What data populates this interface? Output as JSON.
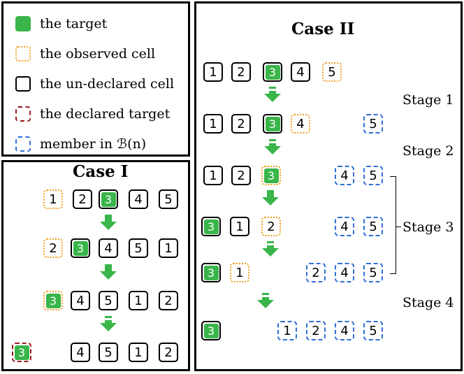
{
  "legend": {
    "target": "the target",
    "observed": "the observed cell",
    "undeclared": "the un-declared cell",
    "declared": "the declared target",
    "member": "member in ℬ(n)"
  },
  "case1": {
    "title": "Case I",
    "rows": [
      [
        "1",
        "2",
        "3",
        "4",
        "5"
      ],
      [
        "2",
        "3",
        "4",
        "5",
        "1"
      ],
      [
        "3",
        "4",
        "5",
        "1",
        "2"
      ],
      [
        "3",
        "4",
        "5",
        "1",
        "2"
      ]
    ]
  },
  "case2": {
    "title": "Case II",
    "rows": [
      [
        "1",
        "2",
        "3",
        "4",
        "5"
      ],
      [
        "1",
        "2",
        "3",
        "4",
        "5"
      ],
      [
        "1",
        "2",
        "3",
        "4",
        "5"
      ],
      [
        "3",
        "1",
        "2",
        "4",
        "5"
      ],
      [
        "3",
        "1",
        "2",
        "4",
        "5"
      ],
      [
        "3",
        "1",
        "2",
        "4",
        "5"
      ]
    ],
    "stages": [
      "Stage 1",
      "Stage 2",
      "Stage 3",
      "Stage 4"
    ]
  },
  "colors": {
    "target_green": "#39b54a",
    "observed_orange": "#f0a020",
    "member_blue": "#2e6fd8",
    "declared_red": "#9b1c1c",
    "border_black": "#000000"
  }
}
